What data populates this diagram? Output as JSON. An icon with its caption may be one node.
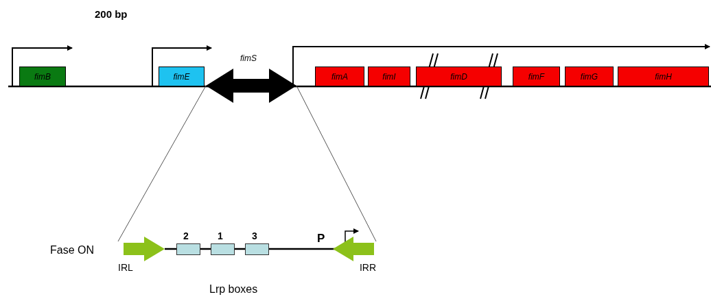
{
  "diagram": {
    "nodes": [
      {
        "text": [
          "fimB"
        ]
      },
      {
        "text": [
          "fimE"
        ]
      },
      {
        "text": [
          "fimS"
        ]
      },
      {
        "text": [
          "fimA"
        ]
      },
      {
        "text": [
          "fimI"
        ]
      },
      {
        "text": [
          "fimD"
        ]
      },
      {
        "text": [
          "fimF"
        ]
      },
      {
        "text": [
          "fimG"
        ]
      },
      {
        "text": [
          "fimH"
        ]
      },
      {
        "text": [
          "IRL"
        ]
      },
      {
        "text": [
          "2"
        ]
      },
      {
        "text": [
          "1"
        ]
      },
      {
        "text": [
          "3"
        ]
      },
      {
        "text": [
          "IRR"
        ]
      }
    ],
    "edges": [
      {
        "from": 2,
        "to": 9,
        "arrow": "none"
      },
      {
        "from": 2,
        "to": 13,
        "arrow": "none"
      }
    ],
    "labels": [
      "200 bp",
      "Fase ON",
      "P",
      "Lrp boxes"
    ]
  }
}
